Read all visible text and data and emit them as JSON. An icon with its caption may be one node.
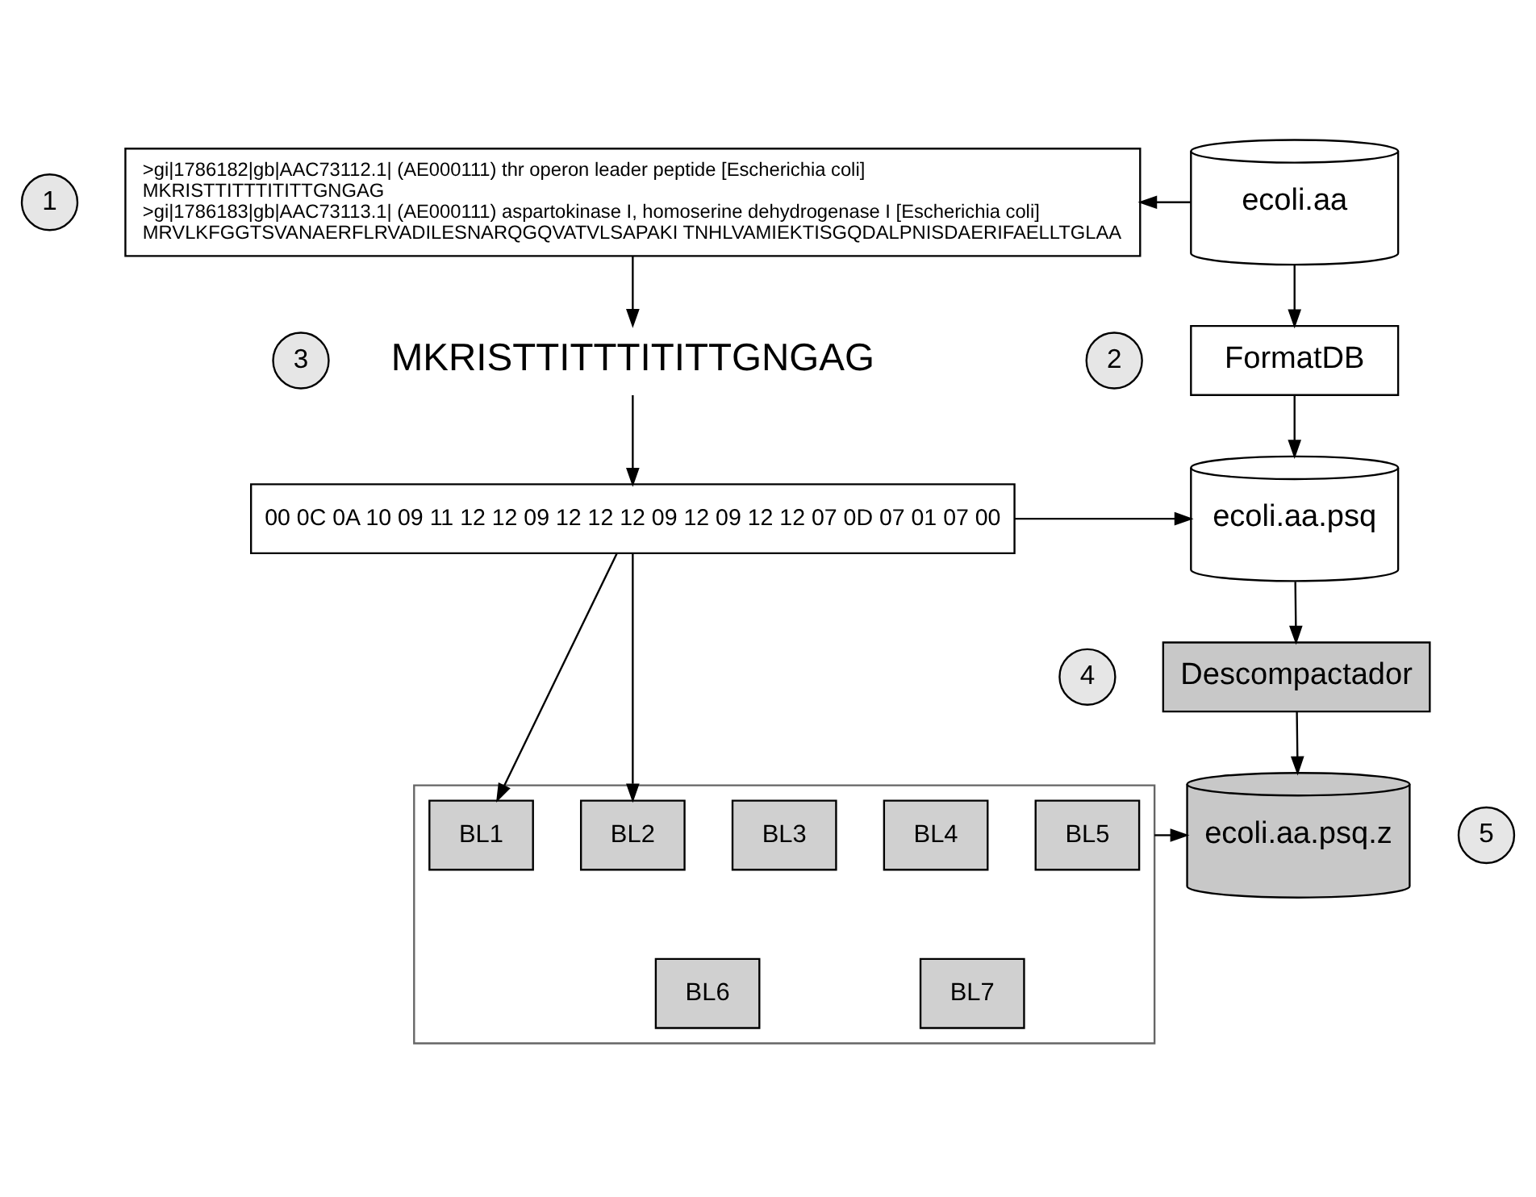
{
  "diagram": {
    "nodes": [
      {
        "text": [
          "1"
        ]
      },
      {
        "text": [
          ">gi|1786182|gb|AAC73112.1| (AE000111) thr operon leader peptide [Escherichia coli]",
          "MKRISTTITTTITITTGNGAG",
          ">gi|1786183|gb|AAC73113.1| (AE000111) aspartokinase I, homoserine dehydrogenase I [Escherichia coli]",
          "MRVLKFGGTSVANAERFLRVADILESNARQGQVATVLSAPAKI TNHLVAMIEKTISGQDALPNISDAERIFAELLTGLAA"
        ]
      },
      {
        "text": [
          "ecoli.aa"
        ]
      },
      {
        "text": [
          "2"
        ]
      },
      {
        "text": [
          "FormatDB"
        ]
      },
      {
        "text": [
          "3"
        ]
      },
      {
        "text": [
          "MKRISTTITTTITITTGNGAG"
        ]
      },
      {
        "text": [
          "00 0C 0A 10 09 11 12 12 09 12 12 12 09 12 09 12 12 07 0D 07 01 07 00"
        ]
      },
      {
        "text": [
          "ecoli.aa.psq"
        ]
      },
      {
        "text": [
          "4"
        ]
      },
      {
        "text": [
          "Descompactador"
        ]
      },
      {
        "text": [
          "5"
        ]
      },
      {
        "text": [],
        "shape": "box"
      },
      {
        "text": [
          "BL1"
        ],
        "in": 12
      },
      {
        "text": [
          "BL2"
        ],
        "in": 12
      },
      {
        "text": [
          "BL3"
        ],
        "in": 12
      },
      {
        "text": [
          "BL4"
        ],
        "in": 12
      },
      {
        "text": [
          "BL5"
        ],
        "in": 12
      },
      {
        "text": [
          "BL6"
        ],
        "in": 12
      },
      {
        "text": [
          "BL7"
        ],
        "in": 12
      },
      {
        "text": [
          "ecoli.aa.psq.z"
        ]
      }
    ],
    "edges": [
      {
        "from": 2,
        "to": 1,
        "arrow": "to"
      },
      {
        "from": 2,
        "to": 4,
        "arrow": "to"
      },
      {
        "from": 4,
        "to": 8,
        "arrow": "to"
      },
      {
        "from": 1,
        "to": 6,
        "arrow": "to"
      },
      {
        "from": 6,
        "to": 7,
        "arrow": "to"
      },
      {
        "from": 7,
        "to": 8,
        "arrow": "to"
      },
      {
        "from": 8,
        "to": 10,
        "arrow": "to"
      },
      {
        "from": 10,
        "to": 20,
        "arrow": "to"
      },
      {
        "from": 7,
        "to": 13,
        "arrow": "to"
      },
      {
        "from": 7,
        "to": 14,
        "arrow": "to"
      },
      {
        "from": 12,
        "to": 20,
        "arrow": "to"
      }
    ]
  }
}
